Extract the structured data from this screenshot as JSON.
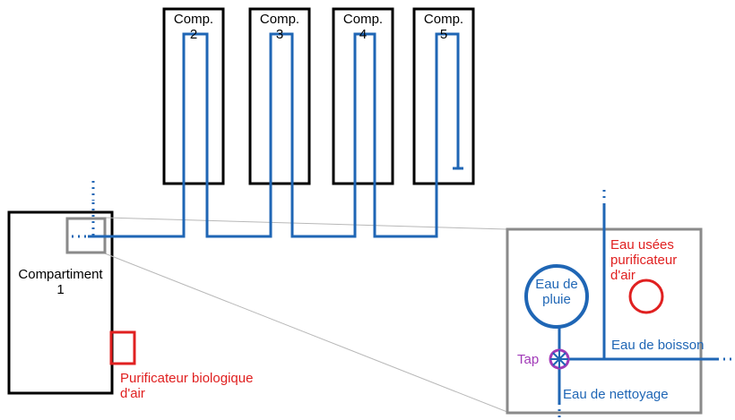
{
  "compartments": [
    {
      "line1": "Comp.",
      "line2": "2"
    },
    {
      "line1": "Comp.",
      "line2": "3"
    },
    {
      "line1": "Comp.",
      "line2": "4"
    },
    {
      "line1": "Comp.",
      "line2": "5"
    }
  ],
  "main_compartment": {
    "line1": "Compartiment",
    "line2": "1"
  },
  "bio_purifier_label": "Purificateur biologique\nd'air",
  "detail": {
    "rain_water": "Eau de\npluie",
    "wastewater_purifier": "Eau usées\npurificateur d'air",
    "drinking_water": "Eau de boisson",
    "cleaning_water": "Eau de nettoyage",
    "tap": "Tap"
  },
  "colors": {
    "pipe": "#1f66b5",
    "outline": "#000000",
    "zoom_box": "#8a8a8a",
    "purifier": "#e02020",
    "tap": "#a13ab8"
  }
}
